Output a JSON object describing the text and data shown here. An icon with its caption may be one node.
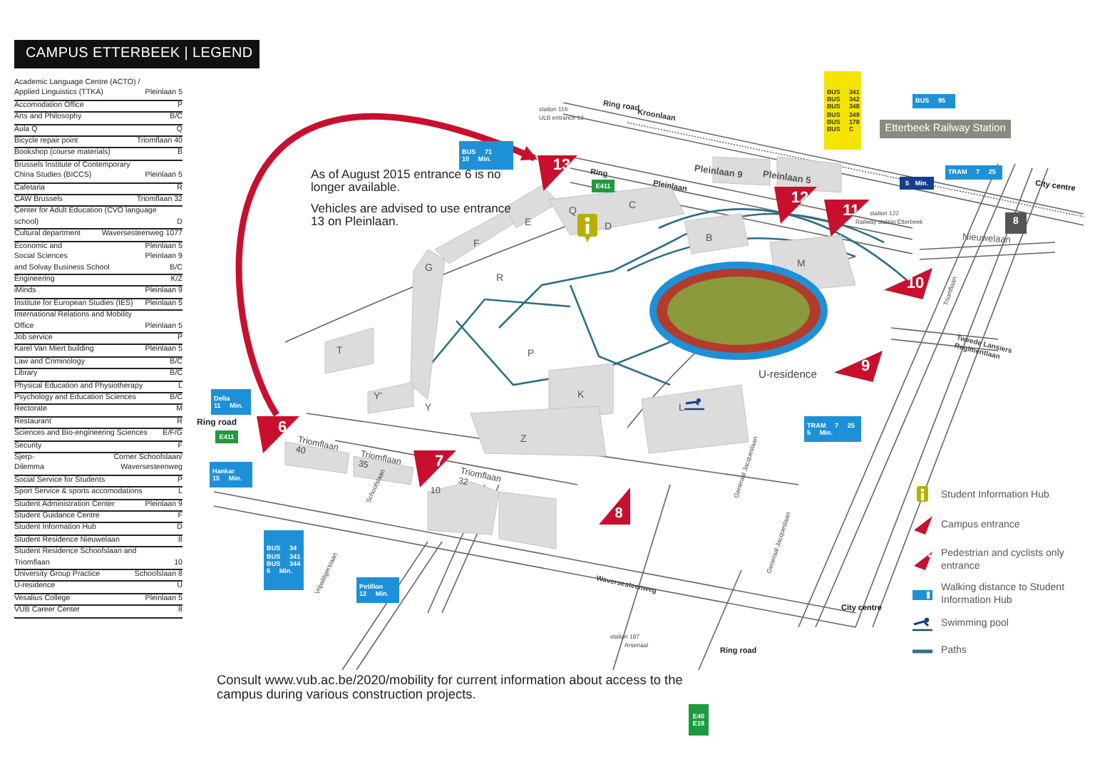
{
  "diagram": {
    "title": "CAMPUS ETTERBEEK | LEGEND",
    "nodes": [
      {
        "text": [
          "BUS 71",
          "10 Min."
        ]
      },
      {
        "text": [
          "13"
        ]
      },
      {
        "text": [
          "E411"
        ]
      },
      {
        "text": [
          "BUS 341",
          "BUS 342",
          "BUS 348",
          "BUS 349",
          "BUS 178",
          "BUS C"
        ]
      },
      {
        "text": [
          "BUS 95"
        ]
      },
      {
        "text": [
          "Etterbeek Railway Station"
        ]
      },
      {
        "text": [
          "5 Min."
        ]
      },
      {
        "text": [
          "TRAM 7 25"
        ]
      },
      {
        "text": [
          "12"
        ]
      },
      {
        "text": [
          "11"
        ]
      },
      {
        "text": [
          "8"
        ]
      },
      {
        "text": [
          "10"
        ]
      },
      {
        "text": [
          "9"
        ]
      },
      {
        "text": [
          "Delta",
          "11 Min."
        ]
      },
      {
        "text": [
          "TRAM 7 25",
          "5 Min."
        ]
      },
      {
        "text": [
          "6"
        ]
      },
      {
        "text": [
          "E411"
        ]
      },
      {
        "text": [
          "7"
        ]
      },
      {
        "text": [
          "Hankar",
          "15 Min."
        ]
      },
      {
        "text": [
          "8"
        ]
      },
      {
        "text": [
          "BUS 34",
          "BUS 341",
          "BUS 344",
          "6 Min."
        ]
      },
      {
        "text": [
          "Petillon",
          "12 Min."
        ]
      },
      {
        "text": [
          "E40",
          "E19"
        ]
      }
    ],
    "edges": [
      {
        "from": 15,
        "to": 1,
        "arrow": "to"
      }
    ],
    "labels": [
      "As of August 2015 entrance 6 is no longer available.",
      "Vehicles are advised to use entrance 13 on Pleinlaan.",
      "Academic Language Centre (ACTO) / Applied Linguistics (TTKA)",
      "Pleinlaan 5",
      "Accomodation Office",
      "P",
      "Arts and Philosophy",
      "B/C",
      "Aula Q",
      "Q",
      "Bicycle repair point",
      "Triomflaan 40",
      "Bookshop (course materials)",
      "B",
      "Brussels Institute of Contemporary China Studies (BICCS)",
      "Pleinlaan 5",
      "Cafetaria",
      "R",
      "CAW Brussels",
      "Triomflaan 32",
      "Center for Adult Education (CVO language school)",
      "D",
      "Cultural department",
      "Waversesteenweg 1077",
      "Economic and",
      "Pleinlaan 5",
      "Social Sciences",
      "Pleinlaan 9",
      "and Solvay Business School",
      "B/C",
      "Engineering",
      "K/Z",
      "iMinds",
      "Pleinlaan 9",
      "Institute for European Studies (IES)",
      "Pleinlaan 5",
      "International Relations and Mobility Office",
      "Pleinlaan 5",
      "Job service",
      "P",
      "Karel Van Miert building",
      "Pleinlaan 5",
      "Law and Criminology",
      "B/C",
      "Library",
      "B/C",
      "Physical Education and Physiotherapy",
      "L",
      "Psychology and Education Sciences",
      "B/C",
      "Rectorate",
      "M",
      "Restaurant",
      "R",
      "Sciences and Bio-engineering Sciences",
      "E/F/G",
      "Security",
      "F",
      "Sjerp-Dilemma",
      "Corner Schoofslaan/ Waversesteenweg",
      "Social Service for Students",
      "P",
      "Sport Service & sports accomodations",
      "L",
      "Student Administration Center",
      "Pleinlaan 9",
      "Student Guidance Centre",
      "F",
      "Student Information Hub",
      "D",
      "Student Residence Nieuwelaan",
      "8",
      "Student Residence Schoofslaan and Triomflaan",
      "10",
      "University Group Practice",
      "Schoofslaan 8",
      "U-residence",
      "U",
      "Vesalius College",
      "Pleinlaan 5",
      "VUB Career Center",
      "8",
      "Ring road",
      "Kroonlaan",
      "station 116",
      "ULB entrance 12",
      "Ring",
      "Pleinlaan",
      "Pleinlaan 9",
      "Pleinlaan 5",
      "City centre",
      "station 122",
      "Railway station Etterbeek",
      "Nieuwelaan",
      "Triomflaan",
      "Tweede Lansiers Regimentlaan",
      "G",
      "F",
      "E",
      "Q",
      "C",
      "D",
      "R",
      "B",
      "M",
      "T",
      "Y'",
      "Y",
      "P",
      "K",
      "Z",
      "L",
      "U-residence",
      "Ring road",
      "Triomflaan 40",
      "Triomflaan 35",
      "Triomflaan 32",
      "10",
      "Schoofslaan",
      "Vrijwilligerslaan",
      "Generaal Jacqueslaan",
      "Generaal Jacqueslaan",
      "Waversesteenweg",
      "station 187",
      "Arsenaal",
      "City centre",
      "Ring road",
      "Consult www.vub.ac.be/2020/mobility for current information about access to the campus during various construction projects."
    ],
    "legend": [
      {
        "text": "Student Information Hub"
      },
      {
        "text": "Campus entrance"
      },
      {
        "text": "Pedestrian and cyclists only entrance"
      },
      {
        "text": "Walking distance to Student Information Hub"
      },
      {
        "text": "Swimming pool"
      },
      {
        "text": "Paths"
      }
    ]
  }
}
